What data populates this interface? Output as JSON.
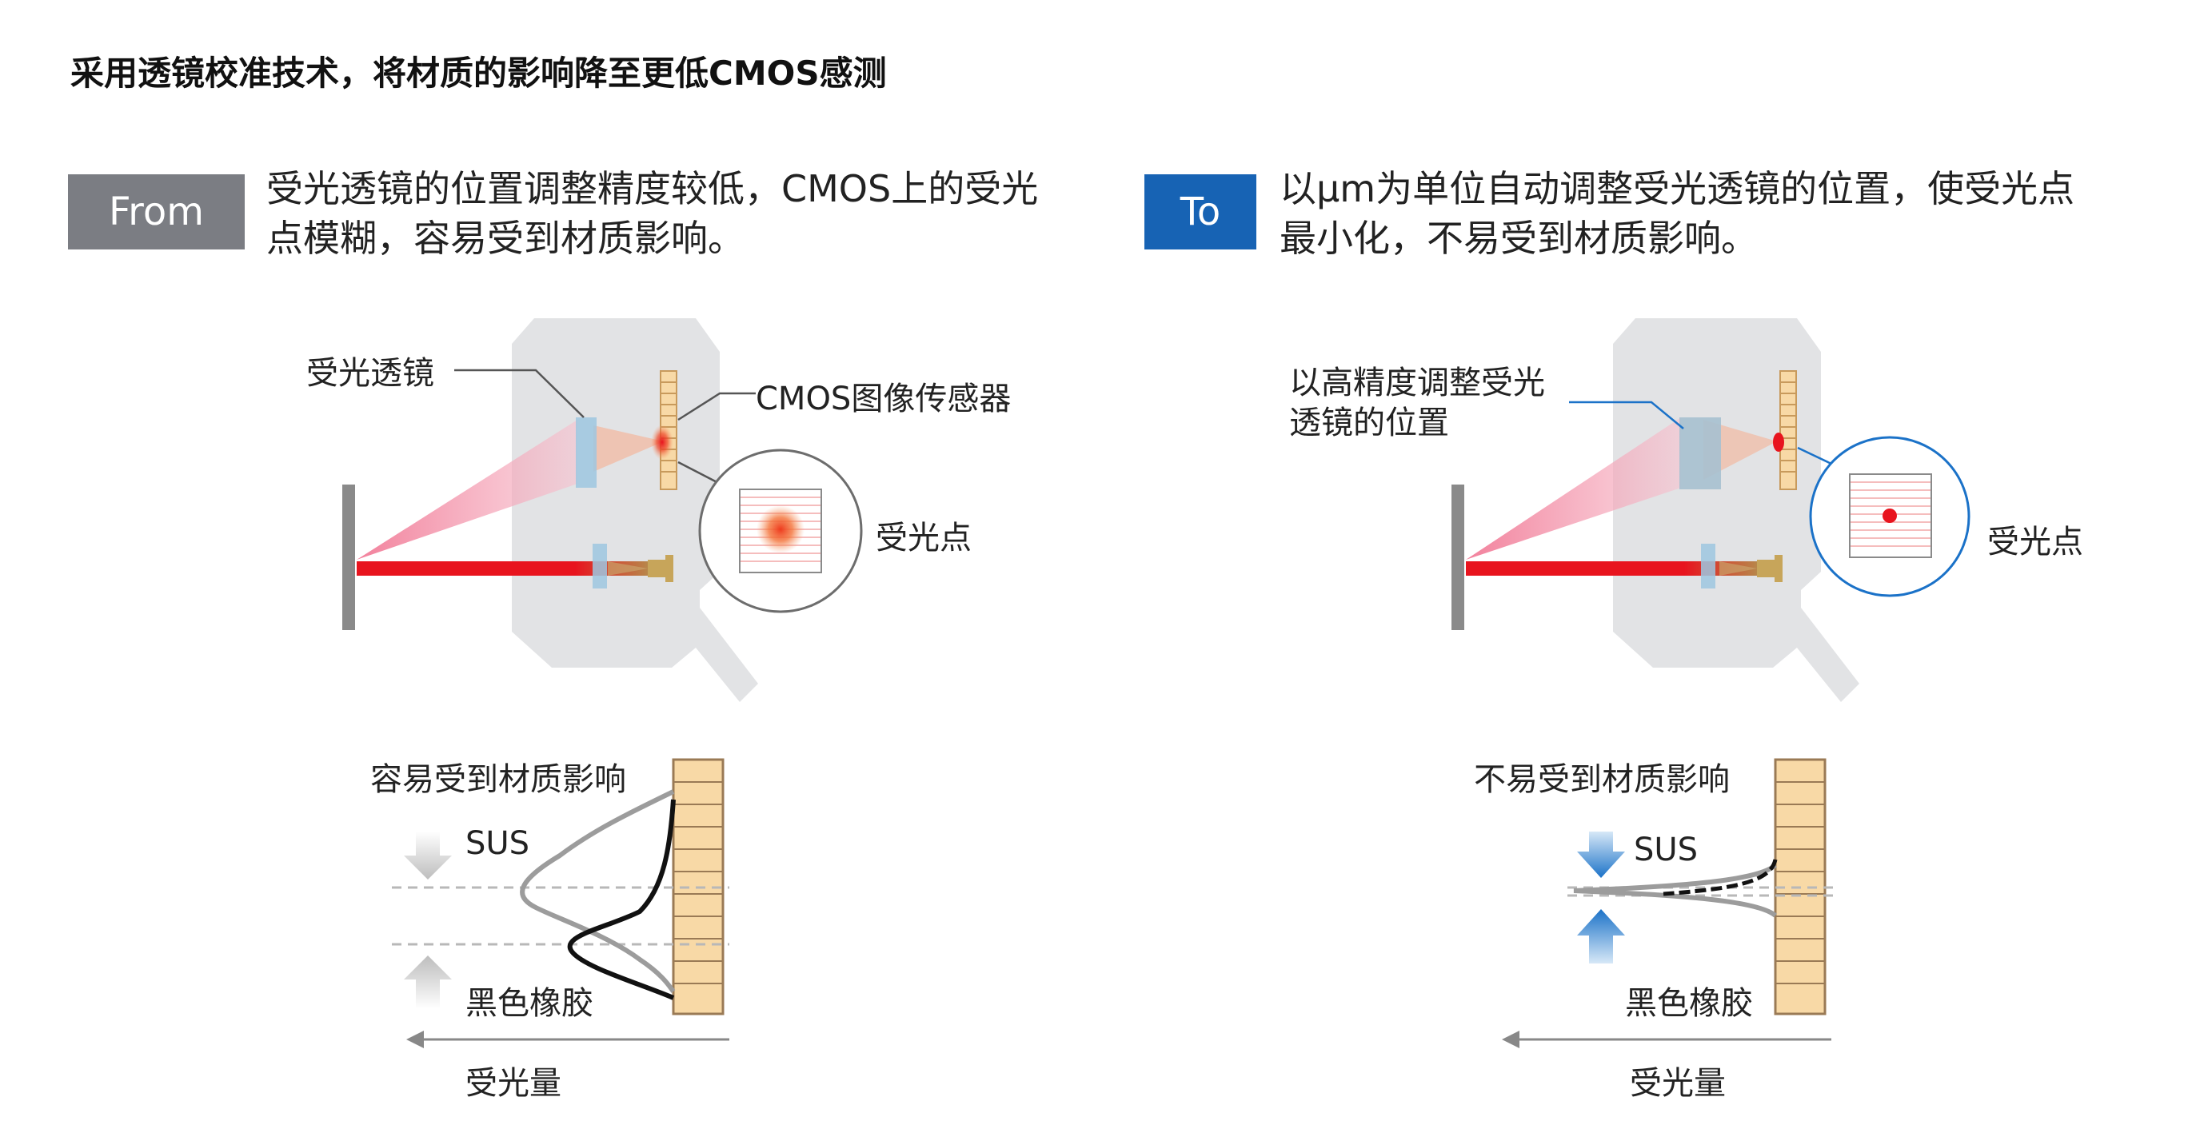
{
  "title": "采用透镜校准技术，将材质的影响降至更低CMOS感测",
  "from": {
    "tag": "From",
    "desc_line1": "受光透镜的位置调整精度较低，CMOS上的受光",
    "desc_line2": "点模糊，容易受到材质影响。",
    "lens_label": "受光透镜",
    "sensor_label": "CMOS图像传感器",
    "spot_label": "受光点",
    "chart_title": "容易受到材质影响",
    "sus_label": "SUS",
    "rubber_label": "黑色橡胶",
    "axis_label": "受光量"
  },
  "to": {
    "tag": "To",
    "desc_line1": "以μm为单位自动调整受光透镜的位置，使受光点",
    "desc_line2": "最小化，不易受到材质影响。",
    "lens_label_line1": "以高精度调整受光",
    "lens_label_line2": "透镜的位置",
    "spot_label": "受光点",
    "chart_title": "不易受到材质影响",
    "sus_label": "SUS",
    "rubber_label": "黑色橡胶",
    "axis_label": "受光量"
  },
  "colors": {
    "from_tag": "#7b7d83",
    "to_tag": "#1763b4",
    "housing": "#e2e3e5",
    "laser": "#e8141e",
    "sensor": "#f8d9a6",
    "to_arrow": "#1b72c8"
  }
}
